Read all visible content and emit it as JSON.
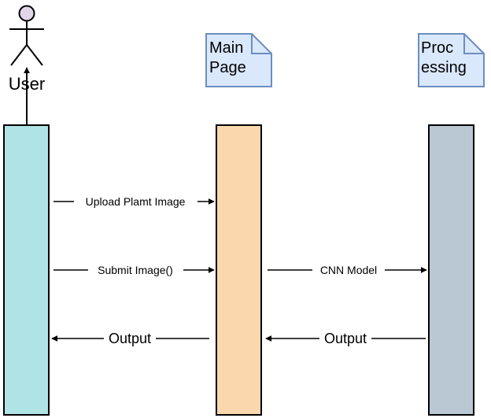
{
  "actor": {
    "label": "User"
  },
  "participants": [
    {
      "id": "main",
      "label_lines": [
        "Main",
        "Page"
      ]
    },
    {
      "id": "proc",
      "label_lines": [
        "Proc",
        "essing"
      ]
    }
  ],
  "messages": [
    {
      "label": "Upload Plamt Image"
    },
    {
      "label": "Submit Image()"
    },
    {
      "label": "CNN Model"
    },
    {
      "label": "Output"
    },
    {
      "label": "Output"
    }
  ],
  "colors": {
    "user_bar": "#b0e3e6",
    "main_bar": "#fad7ac",
    "proc_bar": "#bac8d3",
    "note_fill": "#dae8fc",
    "note_stroke": "#6c8ebf",
    "actor_head": "#e1d5e7"
  }
}
